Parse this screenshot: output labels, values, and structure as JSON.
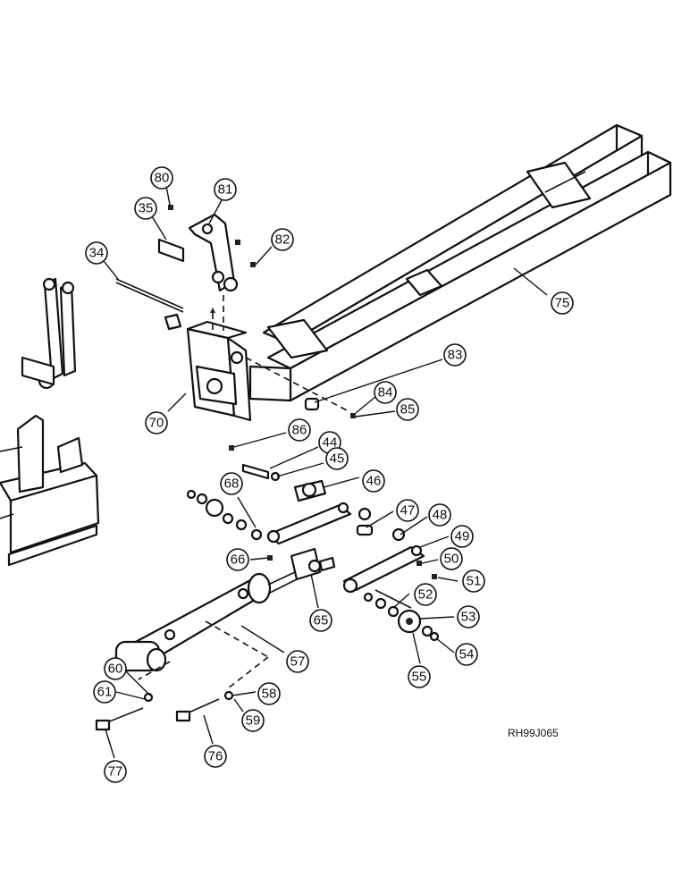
{
  "drawing_code": "RH99J065",
  "callouts": [
    {
      "label": "80"
    },
    {
      "label": "81"
    },
    {
      "label": "35"
    },
    {
      "label": "82"
    },
    {
      "label": "34"
    },
    {
      "label": "75"
    },
    {
      "label": "83"
    },
    {
      "label": "84"
    },
    {
      "label": "85"
    },
    {
      "label": "70"
    },
    {
      "label": "86"
    },
    {
      "label": "44"
    },
    {
      "label": "45"
    },
    {
      "label": "46"
    },
    {
      "label": "68"
    },
    {
      "label": "47"
    },
    {
      "label": "48"
    },
    {
      "label": "49"
    },
    {
      "label": "66"
    },
    {
      "label": "50"
    },
    {
      "label": "51"
    },
    {
      "label": "52"
    },
    {
      "label": "65"
    },
    {
      "label": "53"
    },
    {
      "label": "57"
    },
    {
      "label": "54"
    },
    {
      "label": "60"
    },
    {
      "label": "55"
    },
    {
      "label": "61"
    },
    {
      "label": "58"
    },
    {
      "label": "59"
    },
    {
      "label": "76"
    },
    {
      "label": "77"
    }
  ]
}
